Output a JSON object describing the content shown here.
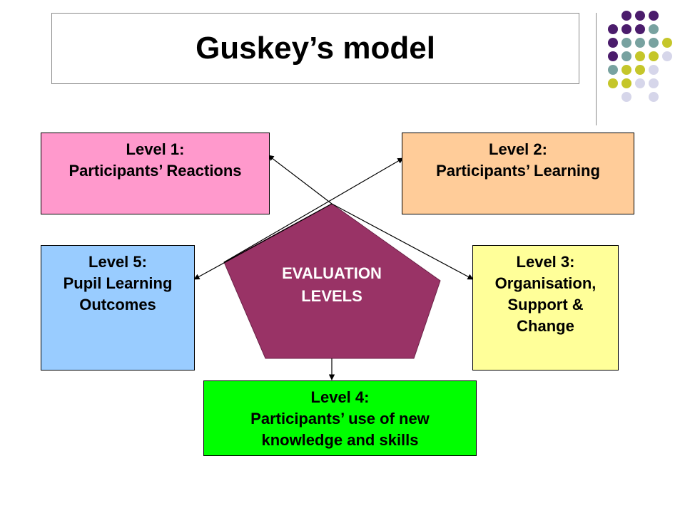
{
  "title": "Guskey’s model",
  "colors": {
    "purple": "#4b1c6c",
    "teal": "#78a2a0",
    "olive": "#c5c62a",
    "lavender": "#d6d6ea",
    "pentagon": "#993366",
    "level1": "#ff99cc",
    "level2": "#ffcc99",
    "level3": "#ffff99",
    "level4": "#00ff00",
    "level5": "#99ccff"
  },
  "center": {
    "line1": "EVALUATION",
    "line2": "LEVELS"
  },
  "levels": {
    "l1": {
      "line1": "Level 1:",
      "line2": "Participants’ Reactions"
    },
    "l2": {
      "line1": "Level 2:",
      "line2": "Participants’ Learning"
    },
    "l3": {
      "line1": "Level 3:",
      "line2": "Organisation,",
      "line3": "Support &",
      "line4": "Change"
    },
    "l4": {
      "line1": "Level 4:",
      "line2": "Participants’ use of new",
      "line3": "knowledge and skills"
    },
    "l5": {
      "line1": "Level 5:",
      "line2": "Pupil Learning",
      "line3": "Outcomes"
    }
  }
}
